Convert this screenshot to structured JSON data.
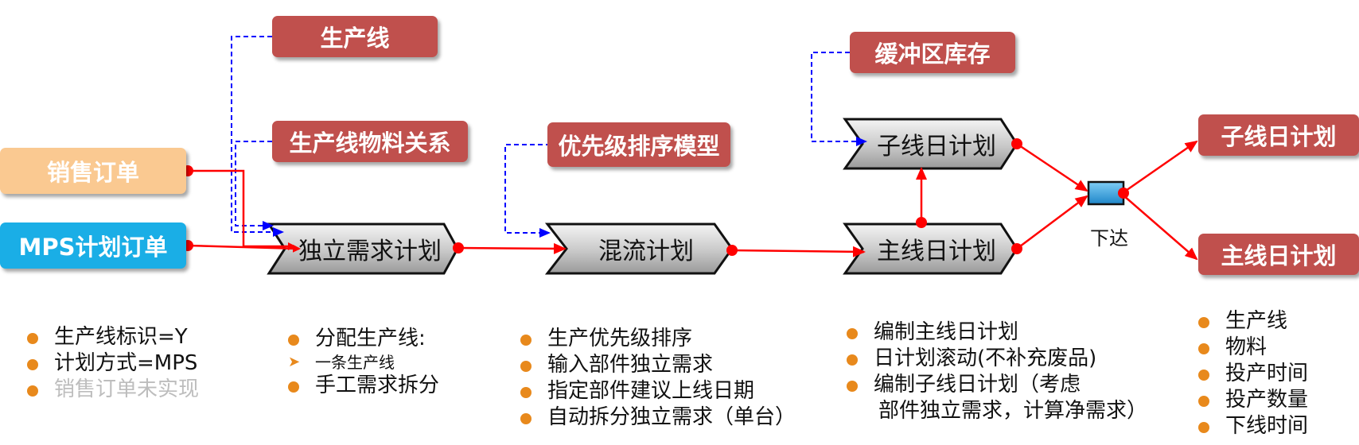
{
  "sources": {
    "sales_order": "销售订单",
    "mps_order": "MPS计划订单"
  },
  "masters": {
    "production_line": "生产线",
    "line_material_relation": "生产线物料关系",
    "priority_model": "优先级排序模型",
    "buffer_inventory": "缓冲区库存"
  },
  "process": {
    "independent_demand_plan": "独立需求计划",
    "mixed_flow_plan": "混流计划",
    "sub_line_daily_plan": "子线日计划",
    "main_line_daily_plan": "主线日计划",
    "release_label": "下达"
  },
  "outputs": {
    "sub_line_daily_plan": "子线日计划",
    "main_line_daily_plan": "主线日计划"
  },
  "notes": {
    "col1": [
      "生产线标识=Y",
      "计划方式=MPS",
      "销售订单未实现"
    ],
    "col2": [
      "分配生产线:",
      "一条生产线",
      "手工需求拆分"
    ],
    "col3": [
      "生产优先级排序",
      "输入部件独立需求",
      "指定部件建议上线日期",
      "自动拆分独立需求（单台）"
    ],
    "col4": [
      "编制主线日计划",
      "日计划滚动(不补充废品)",
      "编制子线日计划（考虑",
      "部件独立需求，计算净需求）"
    ],
    "col5": [
      "生产线",
      "物料",
      "投产时间",
      "投产数量",
      "下线时间"
    ]
  },
  "colors": {
    "master_box": "#c0504d",
    "sales_order_box": "#fac991",
    "mps_order_box": "#1aaee6",
    "flow_arrow": "#ff0000",
    "reference_arrow": "#0000ff",
    "bullet": "#e8891c",
    "chevron_fill": "#bfbfbf"
  }
}
